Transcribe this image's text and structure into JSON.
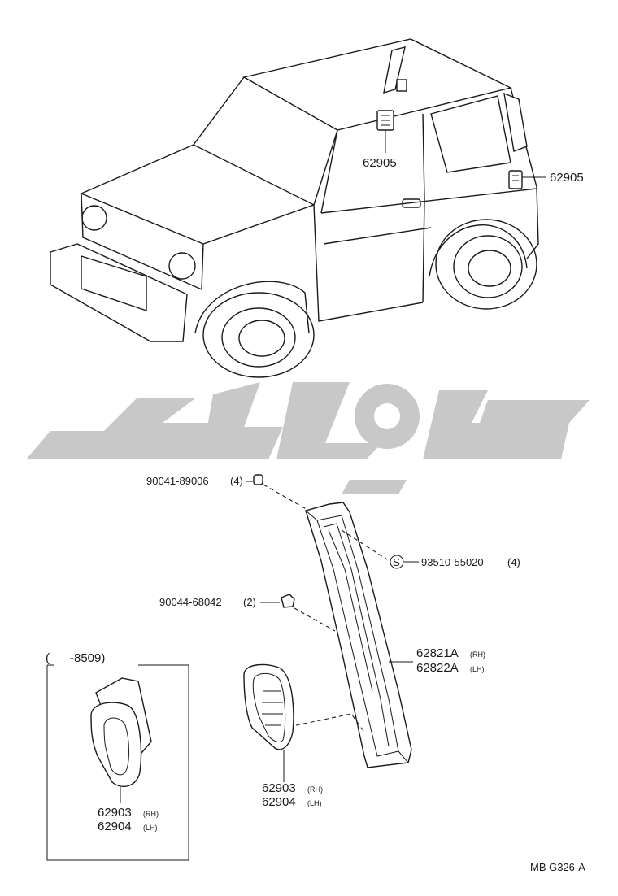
{
  "callouts": {
    "upper_left_vent": "62905",
    "upper_right_vent": "62905",
    "clip": "90041-89006",
    "clip_qty": "(4)",
    "screw_symbol": "S",
    "screw": "93510-55020",
    "screw_qty": "(4)",
    "nut": "90044-68042",
    "nut_qty": "(2)",
    "garnish_rh": "62821A",
    "garnish_rh_side": "(RH)",
    "garnish_lh": "62822A",
    "garnish_lh_side": "(LH)",
    "inset_period": "(      -8509)",
    "inset_rh": "62903",
    "inset_rh_side": "(RH)",
    "inset_lh": "62904",
    "inset_lh_side": "(LH)",
    "vent_rh": "62903",
    "vent_rh_side": "(RH)",
    "vent_lh": "62904",
    "vent_lh_side": "(LH)"
  },
  "figure_code": "MB G326-A",
  "watermark": "watermark-logo"
}
